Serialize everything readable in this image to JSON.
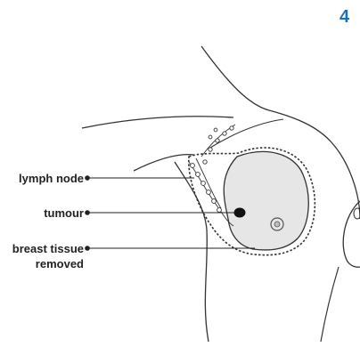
{
  "page_number": "4",
  "labels": {
    "lymph_node": "lymph node",
    "tumour": "tumour",
    "breast_tissue_line1": "breast tissue",
    "breast_tissue_line2": "removed"
  },
  "colors": {
    "page_number": "#1a73b8",
    "outline": "#333333",
    "removed_fill": "#e6e6e6",
    "tumour": "#111111"
  }
}
